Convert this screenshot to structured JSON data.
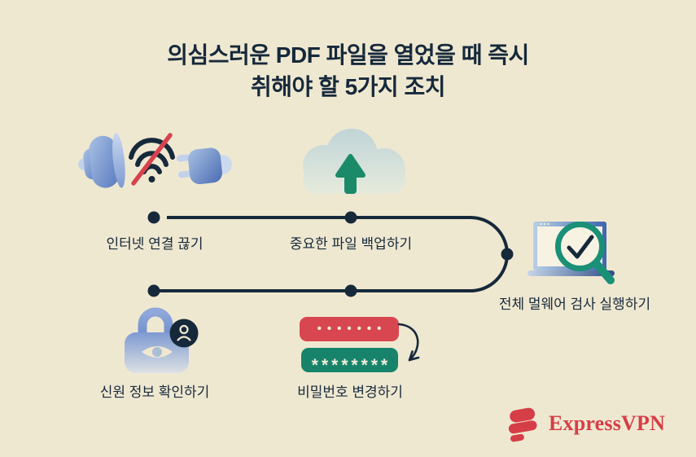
{
  "title": {
    "line1": "의심스러운 PDF 파일을 열었을 때 즉시",
    "line2": "취해야 할 5가지 조치"
  },
  "steps": [
    {
      "label": "인터넷 연결 끊기",
      "icon": "unplugged-wifi-icon"
    },
    {
      "label": "중요한 파일 백업하기",
      "icon": "cloud-upload-icon"
    },
    {
      "label": "전체 멀웨어 검사 실행하기",
      "icon": "malware-scan-icon"
    },
    {
      "label": "신원 정보 확인하기",
      "icon": "identity-lock-icon"
    },
    {
      "label": "비밀번호 변경하기",
      "icon": "password-change-icon"
    }
  ],
  "password": {
    "old_masked": "•••••••",
    "new_masked": "********"
  },
  "brand": {
    "name": "ExpressVPN"
  },
  "colors": {
    "background": "#EFE8D1",
    "navy": "#16293B",
    "green": "#1B8A68",
    "red": "#D8474F",
    "brand_red": "#D63E47",
    "blue_light": "#C3D2EA",
    "blue_dark": "#5878BE",
    "cloud_top": "#BFD4D8",
    "cloud_bottom": "#E8EBDC"
  }
}
